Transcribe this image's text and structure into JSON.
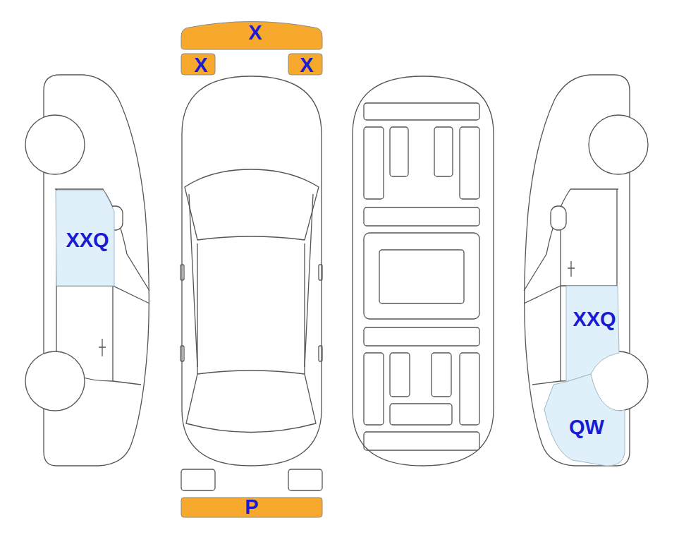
{
  "diagram": {
    "nodes": [
      {
        "text": [
          "X"
        ]
      },
      {
        "text": [
          "X"
        ]
      },
      {
        "text": [
          "X"
        ]
      },
      {
        "text": [
          "XXQ"
        ]
      },
      {
        "text": [
          "XXQ"
        ]
      },
      {
        "text": [
          "QW"
        ]
      },
      {
        "text": [
          "P"
        ]
      }
    ]
  }
}
